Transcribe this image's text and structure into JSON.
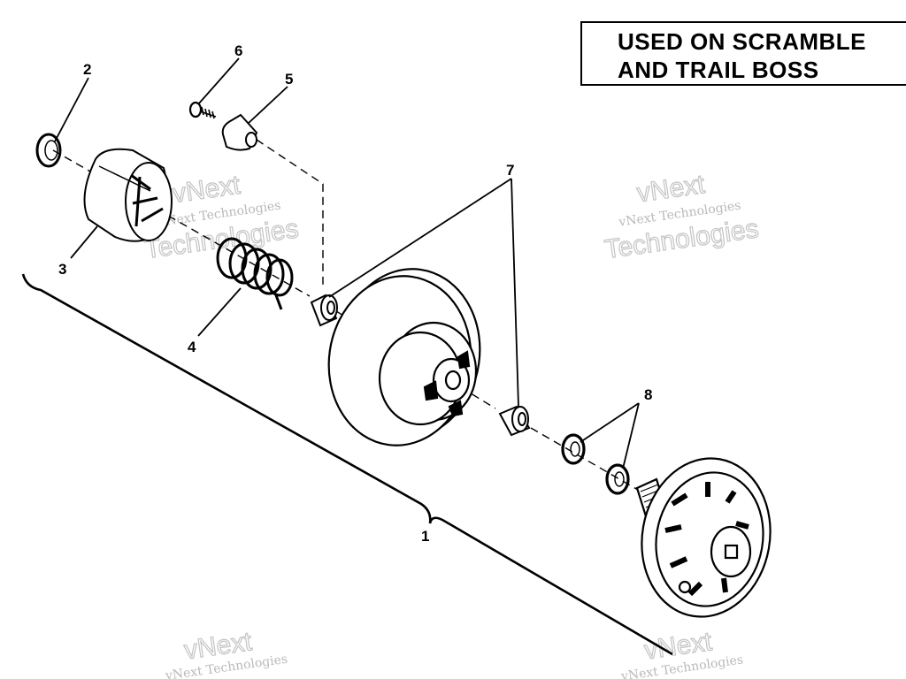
{
  "note": {
    "line1": "USED ON SCRAMBLE",
    "line2": "AND TRAIL BOSS"
  },
  "callouts": {
    "c1": "1",
    "c2": "2",
    "c3": "3",
    "c4": "4",
    "c5": "5",
    "c6": "6",
    "c7": "7",
    "c8": "8"
  },
  "watermark": {
    "word1": "vNext",
    "line": "vNext Technologies",
    "word2": "Technologies"
  }
}
